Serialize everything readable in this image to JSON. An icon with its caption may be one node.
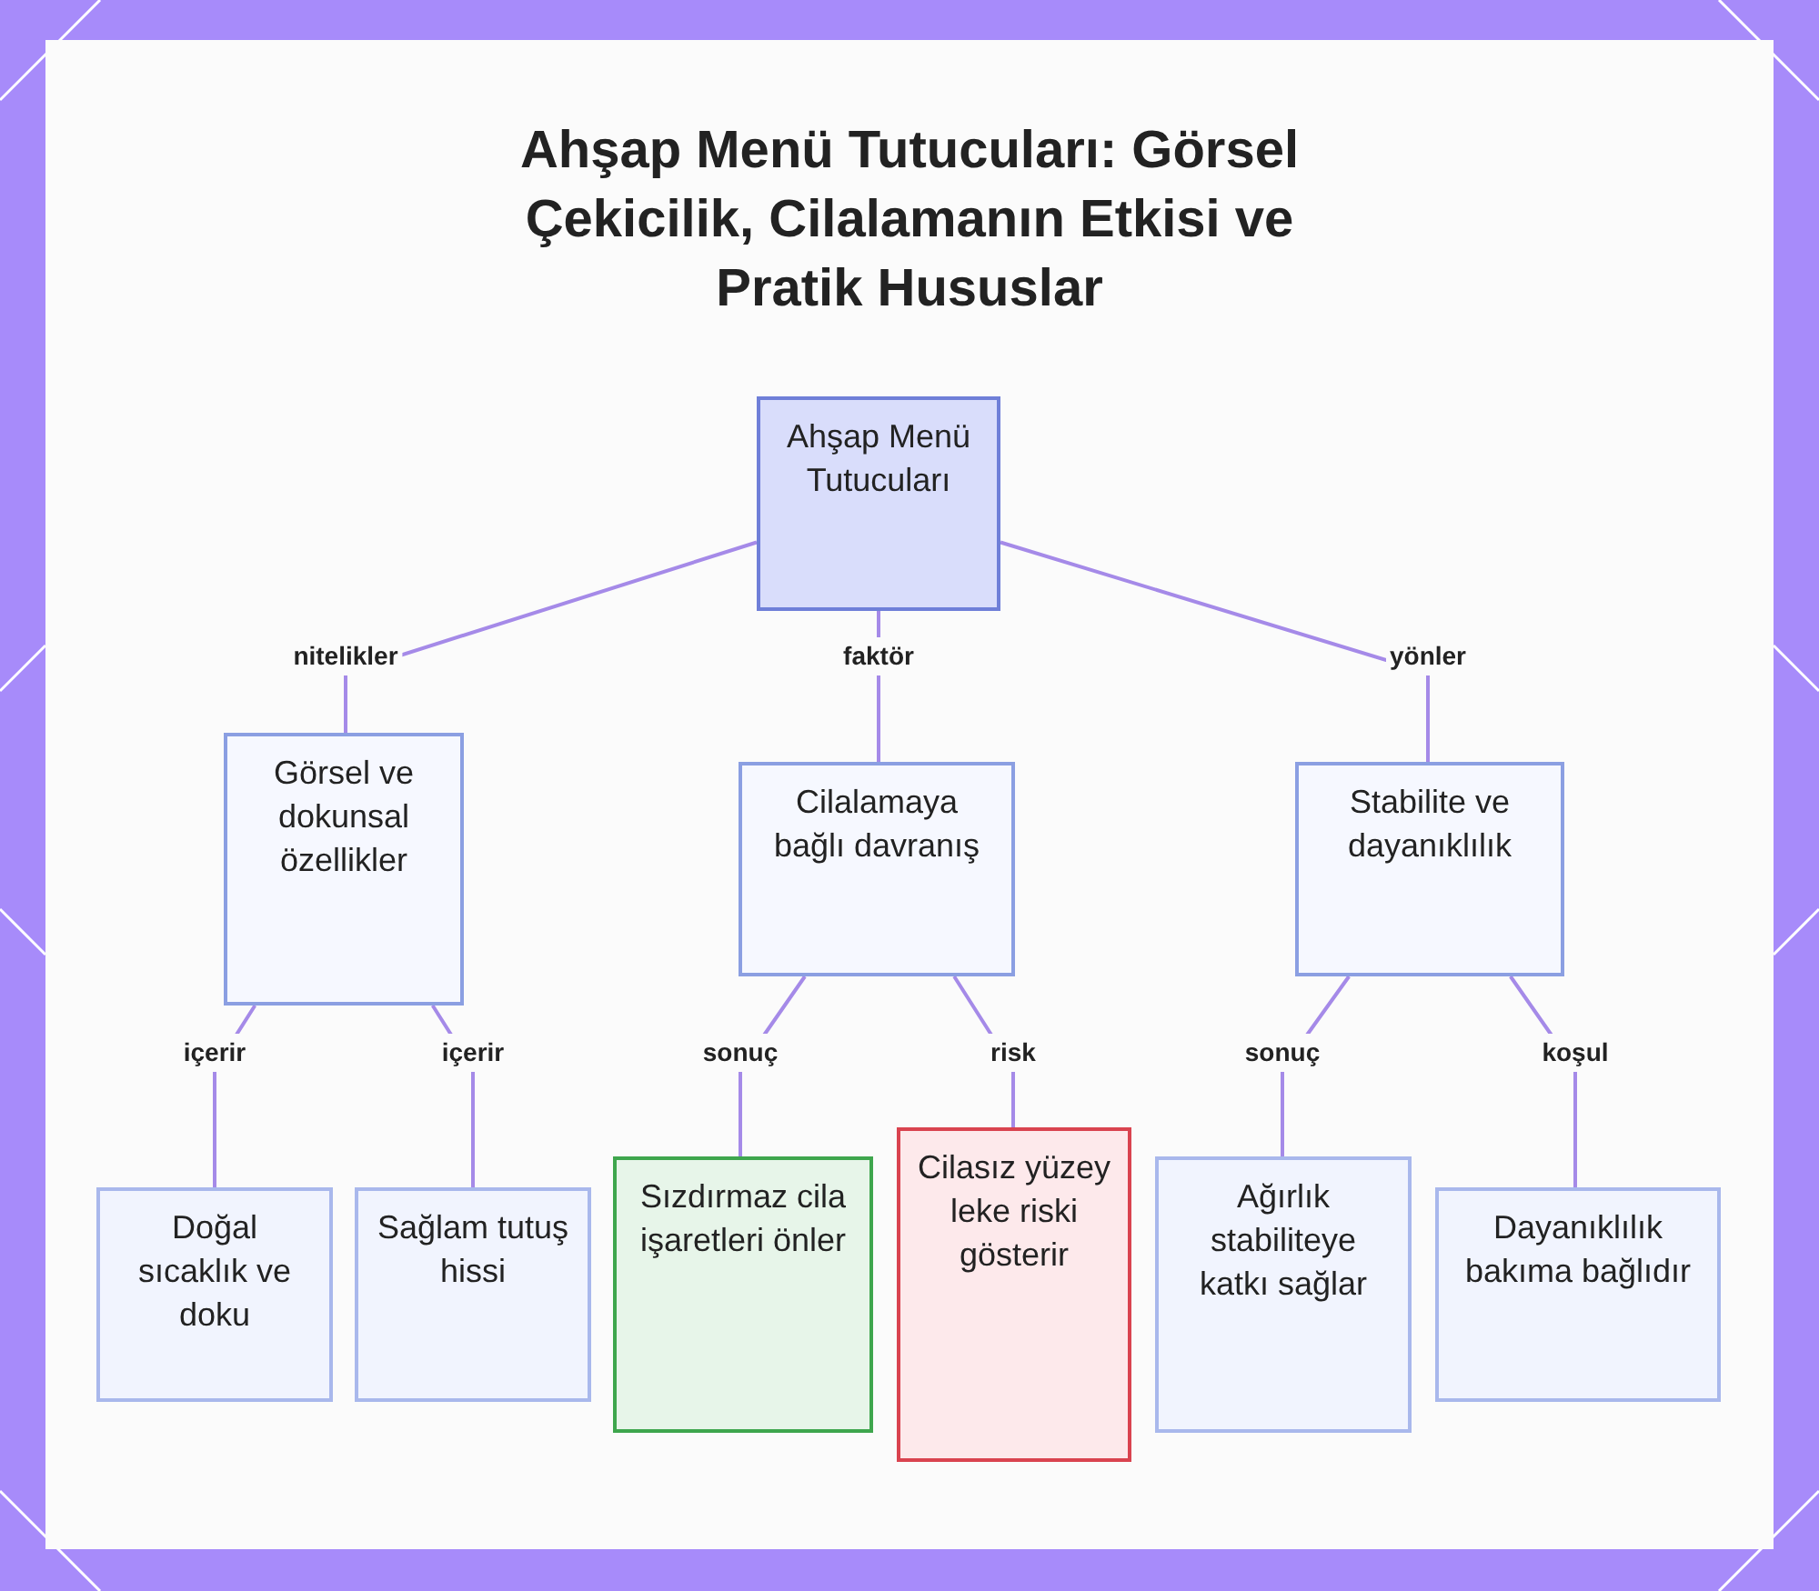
{
  "diagram": {
    "title": "Ahşap Menü Tutucuları: Görsel Çekicilik, Cilalamanın Etkisi ve Pratik Hususlar",
    "nodes": [
      {
        "text": [
          "Ahşap Menü Tutucuları"
        ]
      },
      {
        "text": [
          "Görsel ve dokunsal özellikler"
        ]
      },
      {
        "text": [
          "Cilalamaya bağlı davranış"
        ]
      },
      {
        "text": [
          "Stabilite ve dayanıklılık"
        ]
      },
      {
        "text": [
          "Doğal sıcaklık ve doku"
        ]
      },
      {
        "text": [
          "Sağlam tutuş hissi"
        ]
      },
      {
        "text": [
          "Sızdırmaz cila işaretleri önler"
        ]
      },
      {
        "text": [
          "Cilasız yüzey leke riski gösterir"
        ]
      },
      {
        "text": [
          "Ağırlık stabiliteye katkı sağlar"
        ]
      },
      {
        "text": [
          "Dayanıklılık bakıma bağlıdır"
        ]
      }
    ],
    "edges": [
      {
        "from": 0,
        "to": 1,
        "arrow": "none",
        "label": "nitelikler"
      },
      {
        "from": 0,
        "to": 2,
        "arrow": "none",
        "label": "faktör"
      },
      {
        "from": 0,
        "to": 3,
        "arrow": "none",
        "label": "yönler"
      },
      {
        "from": 1,
        "to": 4,
        "arrow": "none",
        "label": "içerir"
      },
      {
        "from": 1,
        "to": 5,
        "arrow": "none",
        "label": "içerir"
      },
      {
        "from": 2,
        "to": 6,
        "arrow": "none",
        "label": "sonuç"
      },
      {
        "from": 2,
        "to": 7,
        "arrow": "none",
        "label": "risk"
      },
      {
        "from": 3,
        "to": 8,
        "arrow": "none",
        "label": "sonuç"
      },
      {
        "from": 3,
        "to": 9,
        "arrow": "none",
        "label": "koşul"
      }
    ]
  }
}
